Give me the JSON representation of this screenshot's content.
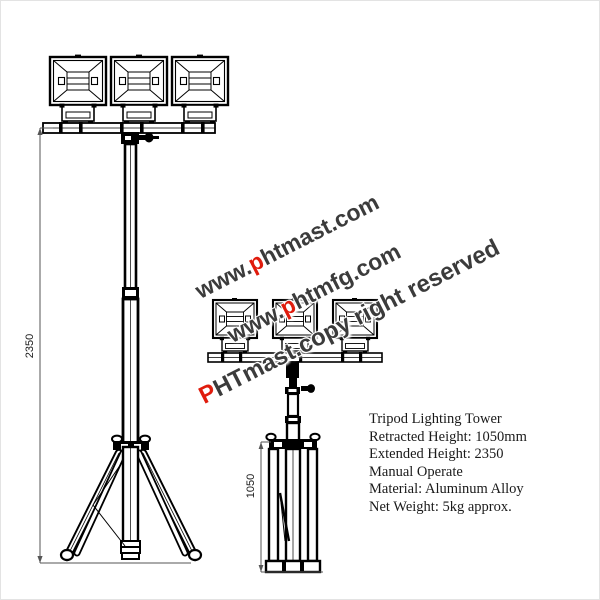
{
  "document": {
    "type": "technical-drawing",
    "subject": "Tripod Lighting Tower",
    "background_color": "#ffffff",
    "line_color": "#000000",
    "border_color": "#e3e3e3"
  },
  "views": {
    "extended": {
      "name": "Extended tripod lighting tower elevation",
      "lamp_count": 3,
      "dimension": {
        "label": "2350",
        "orientation": "vertical"
      }
    },
    "retracted": {
      "name": "Retracted tripod lighting tower elevation",
      "lamp_count": 3,
      "dimension": {
        "label": "1050",
        "orientation": "vertical"
      }
    }
  },
  "spec": {
    "lines": [
      "Tripod Lighting Tower",
      "Retracted Height: 1050mm",
      "Extended Height: 2350",
      "Manual Operate",
      "Material: Aluminum Alloy",
      "Net Weight: 5kg approx."
    ],
    "title": "Tripod Lighting Tower",
    "retracted_height": "Retracted Height: 1050mm",
    "extended_height": "Extended Height: 2350",
    "operation": "Manual Operate",
    "material": "Material: Aluminum Alloy",
    "net_weight": "Net Weight: 5kg approx."
  },
  "watermarks": {
    "accent_color": "#e01b0c",
    "body_color": "#3b3b3b",
    "line1": {
      "prefix": "www.",
      "highlight": "p",
      "suffix": "htmast.com"
    },
    "line2": {
      "prefix": "www.",
      "highlight": "p",
      "suffix": "htmfg.com"
    },
    "line3": {
      "prefix": "",
      "highlight": "P",
      "suffix": "HTmast.copy right reserved"
    }
  }
}
